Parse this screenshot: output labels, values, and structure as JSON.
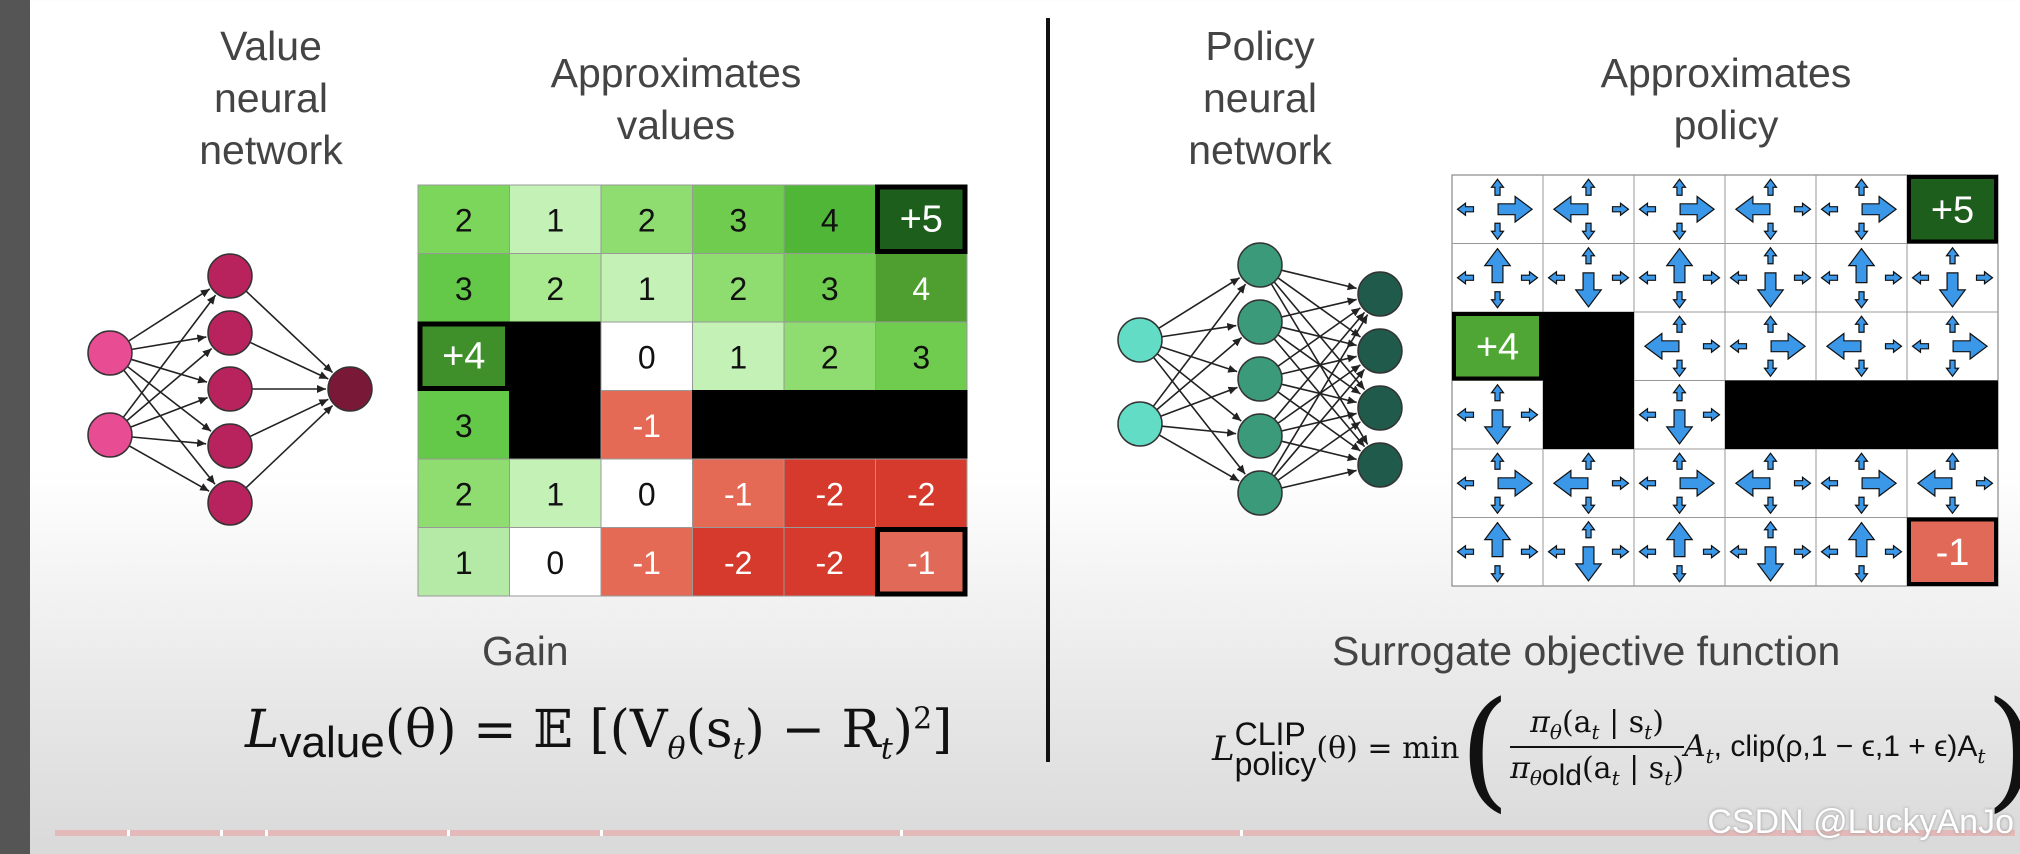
{
  "left": {
    "network_title": "Value\nneural\nnetwork",
    "grid_title": "Approximates\nvalues",
    "section_label": "Gain",
    "grid": [
      [
        "2",
        "1",
        "2",
        "3",
        "4",
        "+5"
      ],
      [
        "3",
        "2",
        "1",
        "2",
        "3",
        "4"
      ],
      [
        "+4",
        "",
        "0",
        "1",
        "2",
        "3"
      ],
      [
        "3",
        "",
        "-1",
        "",
        "",
        ""
      ],
      [
        "2",
        "1",
        "0",
        "-1",
        "-2",
        "-2"
      ],
      [
        "1",
        "0",
        "-1",
        "-2",
        "-2",
        "-1"
      ]
    ],
    "cell_colors": [
      [
        "#7dd65c",
        "#c4f2b6",
        "#8fdc70",
        "#6fcc4f",
        "#4fb638",
        "#1e5e1c"
      ],
      [
        "#64c848",
        "#a9e98f",
        "#c4f2b6",
        "#8fdc70",
        "#6fcc4f",
        "#4e9f30"
      ],
      [
        "#3f8f2a",
        "#000000",
        "#ffffff",
        "#c4f2b6",
        "#8fdc70",
        "#6fcc4f"
      ],
      [
        "#64c848",
        "#000000",
        "#e46a55",
        "#000000",
        "#000000",
        "#000000"
      ],
      [
        "#8fdc70",
        "#c4f2b6",
        "#ffffff",
        "#e46a55",
        "#d53a2c",
        "#d53a2c"
      ],
      [
        "#b5e9a6",
        "#ffffff",
        "#e46a55",
        "#d53a2c",
        "#d53a2c",
        "#e06a57"
      ]
    ],
    "formula": {
      "L": "L",
      "sub": "value",
      "rest": "(θ) = 𝔼 [(V",
      "theta": "θ",
      "mid": "(s",
      "t1": "t",
      "mid2": ") − R",
      "t2": "t",
      "end": ")",
      "sq": "2",
      "close": "]"
    }
  },
  "right": {
    "network_title": "Policy\nneural\nnetwork",
    "grid_title": "Approximates\npolicy",
    "section_label": "Surrogate objective function",
    "goal_label": "+5",
    "start_label": "+4",
    "penalty_label": "-1",
    "colors": {
      "goal": "#1e5e1c",
      "start": "#4fa634",
      "penalty": "#e06a57",
      "arrow": "#3b97e8"
    },
    "formula": {
      "L": "L",
      "sup": "CLIP",
      "sub": "policy",
      "lhs": "(θ) = min",
      "num": "π",
      "num_sub": "θ",
      "num_args": "(a",
      "num_t1": "t",
      "num_bar": " | s",
      "num_t2": "t",
      "num_close": ")",
      "den": "π",
      "den_sub1": "θ",
      "den_sub2": "old",
      "den_args": "(a",
      "den_t1": "t",
      "den_bar": " | s",
      "den_t2": "t",
      "den_close": ")",
      "A": "A",
      "At": "t",
      "clip": ", clip(ρ,1 − ϵ,1 + ϵ)A",
      "clip_t": "t"
    }
  },
  "watermark": "CSDN @LuckyAnJo",
  "colors": {
    "value_input": "#e84c93",
    "value_hidden": "#b8235e",
    "value_output": "#7a1838",
    "policy_input": "#62dcc4",
    "policy_hidden": "#3a9a7a",
    "policy_output": "#1f5a4a"
  }
}
